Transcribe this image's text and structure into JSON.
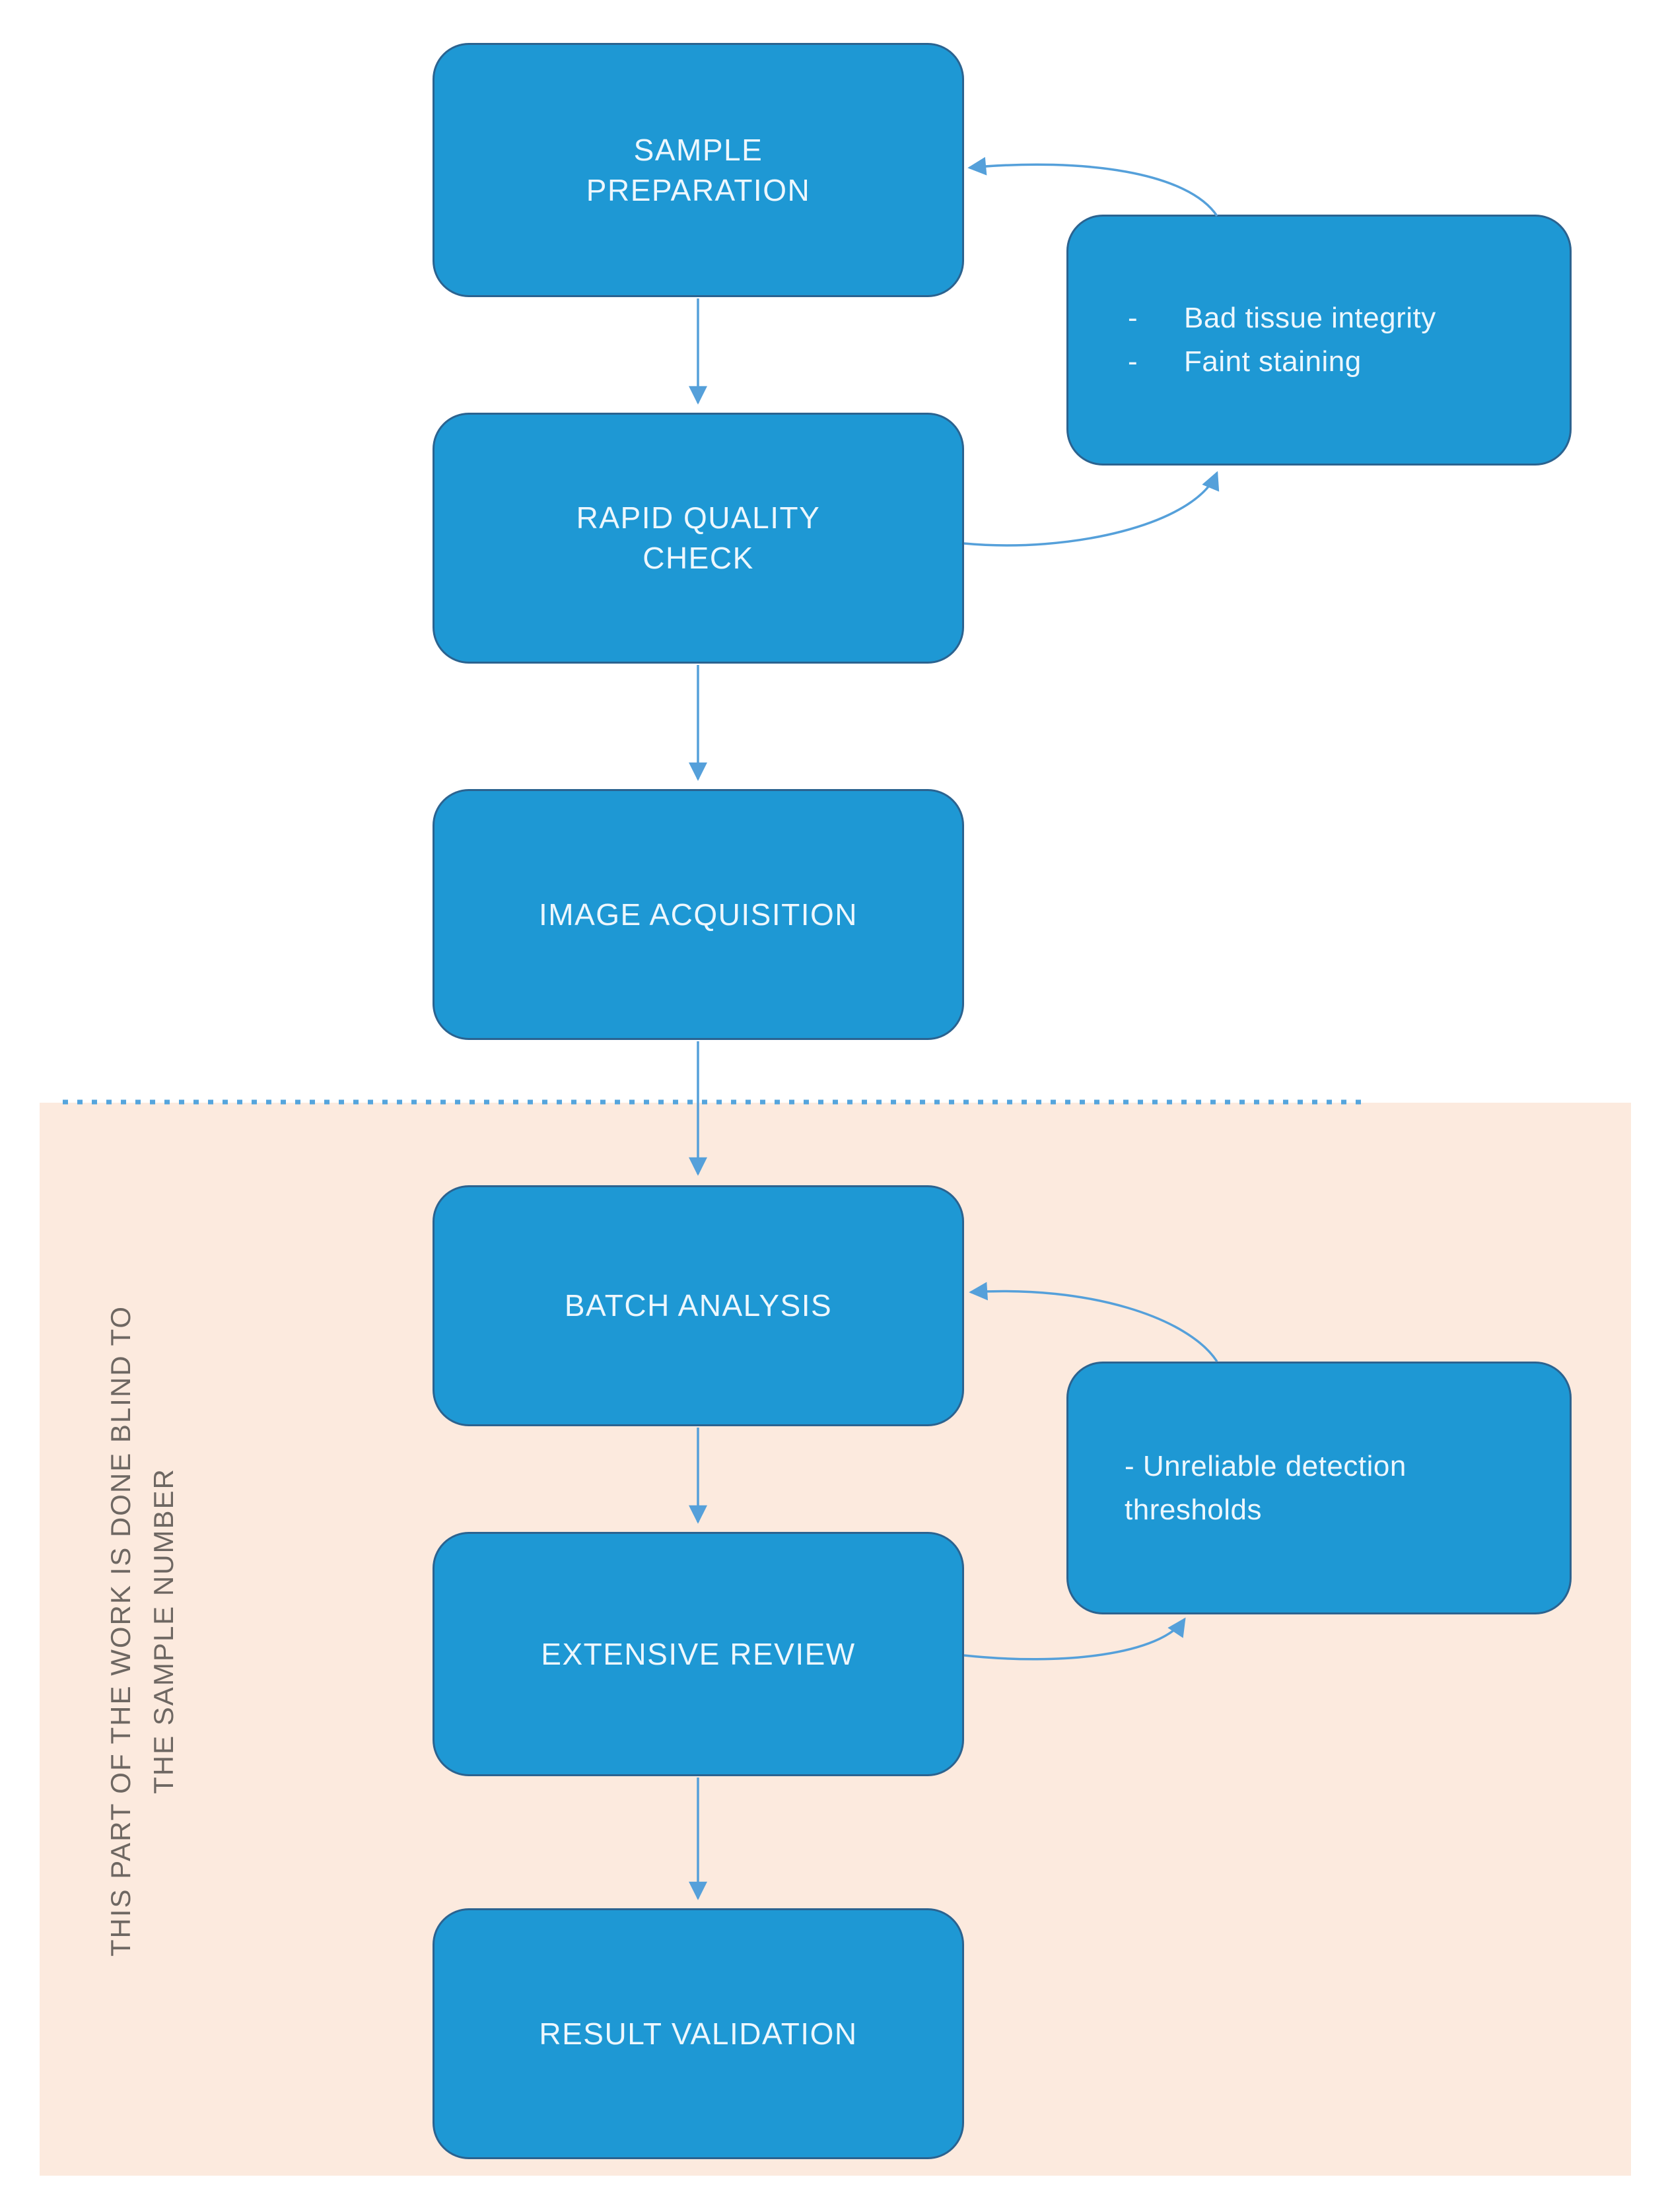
{
  "palette": {
    "background": "#ffffff",
    "box_fill": "#1e98d4",
    "box_border": "#2b6390",
    "box_text": "#edf7fd",
    "arrow": "#55a0da",
    "blind_region_fill": "#fceade",
    "blind_region_border_dots": "#55a5dd",
    "side_note_text": "#6e6762"
  },
  "flowchart": {
    "steps": [
      {
        "id": "sample-preparation",
        "lines": [
          "SAMPLE",
          "PREPARATION"
        ]
      },
      {
        "id": "rapid-quality-check",
        "lines": [
          "RAPID QUALITY",
          "CHECK"
        ]
      },
      {
        "id": "image-acquisition",
        "lines": [
          "IMAGE ACQUISITION"
        ]
      },
      {
        "id": "batch-analysis",
        "lines": [
          "BATCH ANALYSIS"
        ]
      },
      {
        "id": "extensive-review",
        "lines": [
          "EXTENSIVE REVIEW"
        ]
      },
      {
        "id": "result-validation",
        "lines": [
          "RESULT VALIDATION"
        ]
      }
    ],
    "feedback_notes": [
      {
        "id": "quality-issues",
        "items": [
          {
            "bullet": "-",
            "text": "Bad tissue integrity"
          },
          {
            "bullet": "-",
            "text": "Faint staining"
          }
        ]
      },
      {
        "id": "analysis-issues",
        "lines": [
          "- Unreliable detection",
          "thresholds"
        ]
      }
    ],
    "blind_region": {
      "label_lines": [
        "THIS PART OF THE WORK IS DONE BLIND TO",
        "THE SAMPLE NUMBER"
      ]
    }
  }
}
